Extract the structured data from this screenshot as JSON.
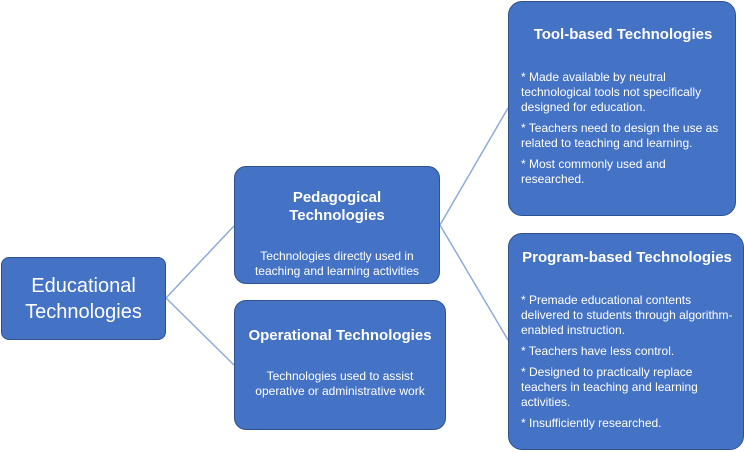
{
  "root": {
    "lines": [
      "Educational",
      "Technologies"
    ]
  },
  "pedagogical": {
    "title": "Pedagogical Technologies",
    "description": "Technologies directly used in teaching and learning activities"
  },
  "operational": {
    "title": "Operational Technologies",
    "description": "Technologies used to assist operative or administrative work"
  },
  "tool_based": {
    "title": "Tool-based Technologies",
    "bullets": [
      "* Made available by neutral technological tools not specifically designed for education.",
      "* Teachers need to design the use as related to teaching and learning.",
      "* Most commonly used and researched."
    ]
  },
  "program_based": {
    "title": "Program-based Technologies",
    "bullets": [
      "* Premade educational contents delivered to students through algorithm-enabled instruction.",
      "* Teachers have less control.",
      "* Designed to practically replace teachers in teaching and learning activities.",
      "* Insufficiently researched."
    ]
  },
  "colors": {
    "box_fill": "#4472c4",
    "box_border": "#2f528f",
    "connector": "#8faadc",
    "text": "#ffffff"
  }
}
